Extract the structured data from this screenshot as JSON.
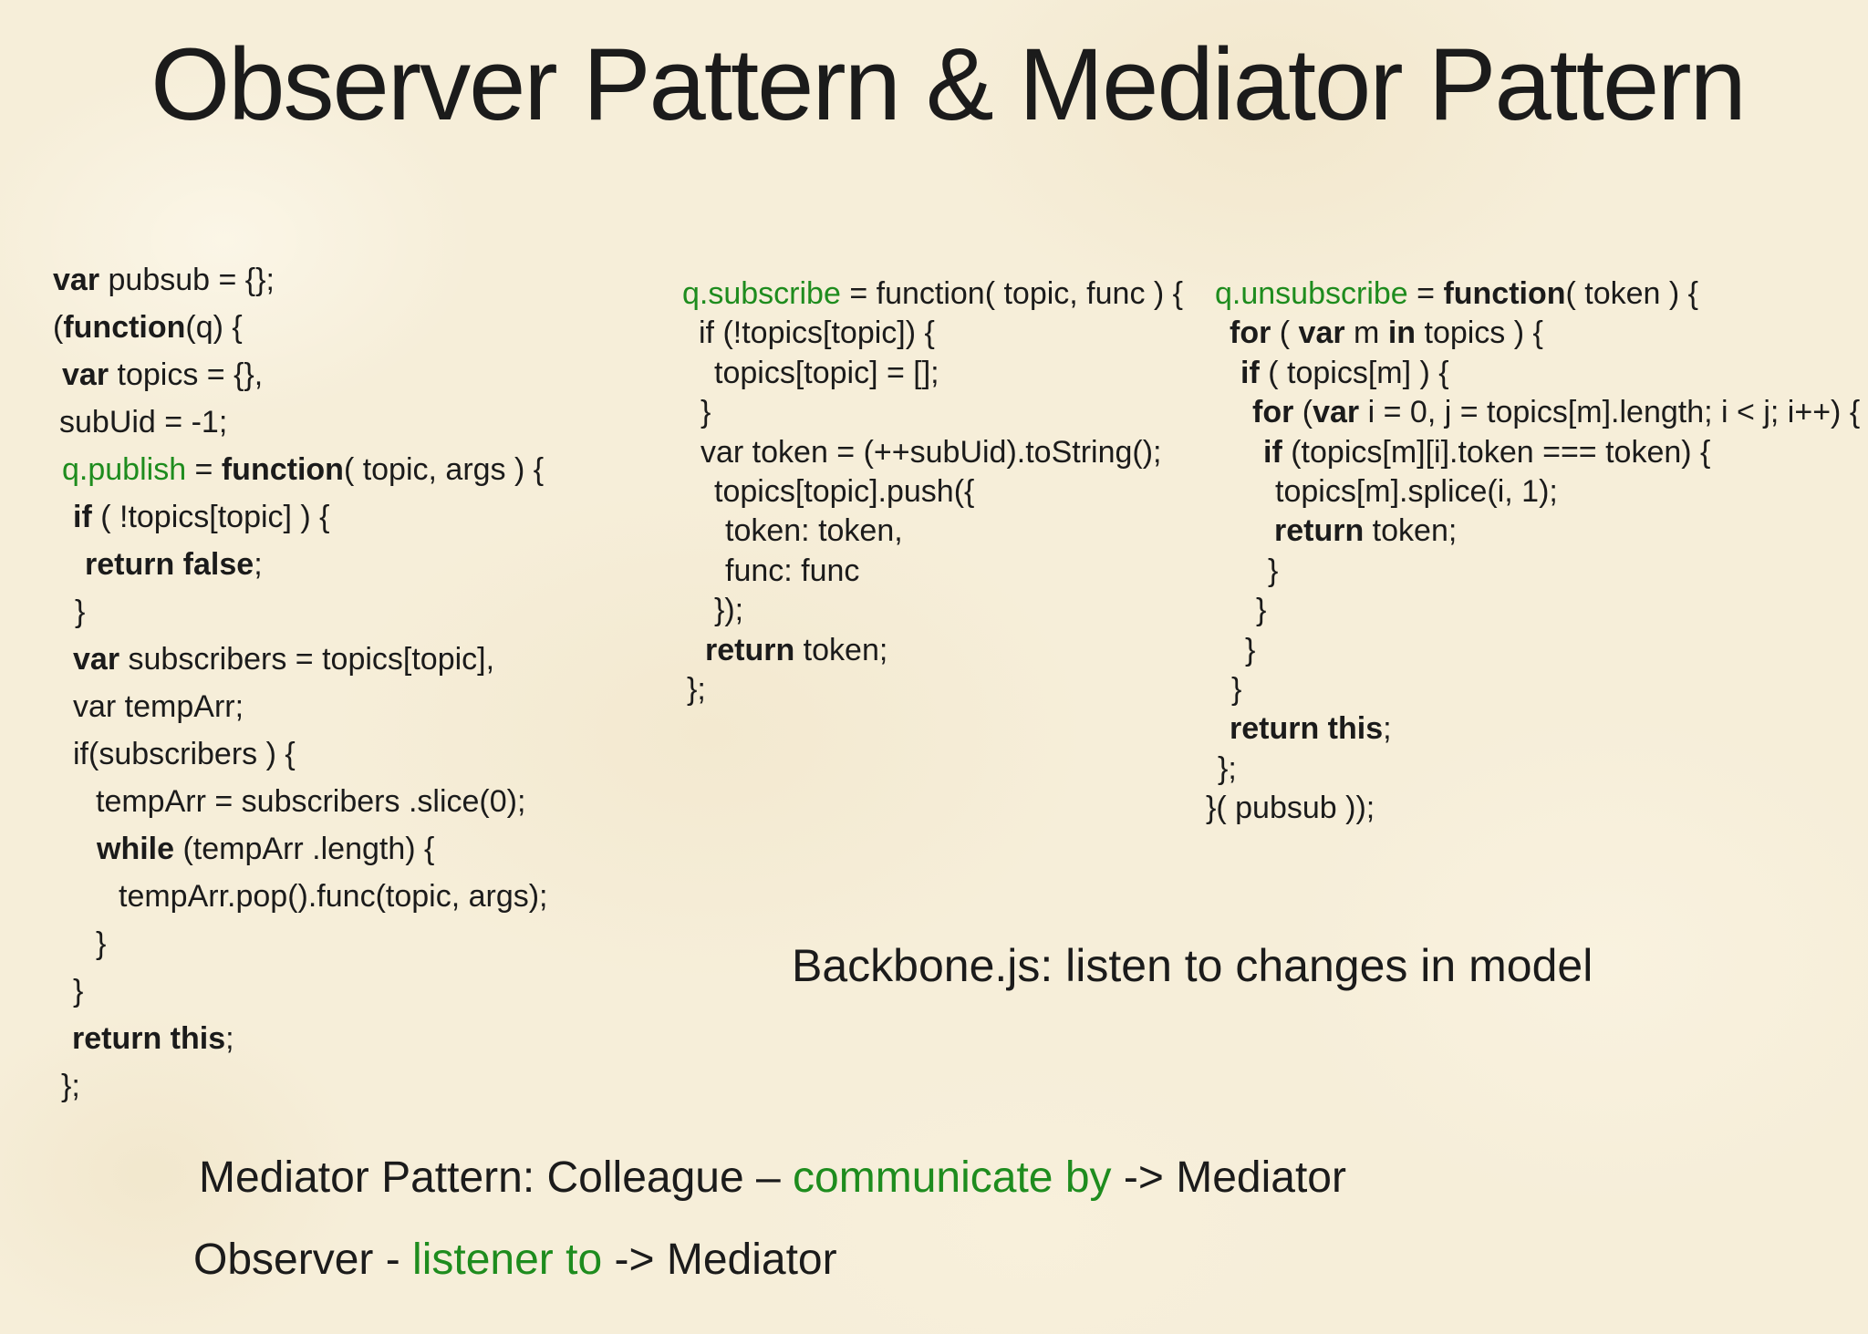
{
  "slide": {
    "title": "Observer Pattern & Mediator Pattern",
    "colors": {
      "text": "#1b1b1b",
      "green": "#1e8c1e",
      "background": "#f6eed9"
    }
  },
  "code": {
    "columns": [
      {
        "name": "publish",
        "lines": [
          {
            "i": 0,
            "s": [
              [
                "var",
                "b"
              ],
              [
                " pubsub = {};",
                ""
              ]
            ]
          },
          {
            "i": 0,
            "s": [
              [
                "(",
                ""
              ],
              [
                "function",
                "b"
              ],
              [
                "(q) {",
                ""
              ]
            ]
          },
          {
            "i": 10,
            "s": [
              [
                "var",
                "b"
              ],
              [
                " topics = {},",
                ""
              ]
            ]
          },
          {
            "i": 7,
            "s": [
              [
                "subUid = -1;",
                ""
              ]
            ]
          },
          {
            "i": 10,
            "s": [
              [
                "q.publish",
                "g"
              ],
              [
                " = ",
                ""
              ],
              [
                "function",
                "b"
              ],
              [
                "( topic, args ) {",
                ""
              ]
            ]
          },
          {
            "i": 22,
            "s": [
              [
                "if",
                "b"
              ],
              [
                " ( !topics[topic] ) {",
                ""
              ]
            ]
          },
          {
            "i": 35,
            "s": [
              [
                "return false",
                "b"
              ],
              [
                ";",
                ""
              ]
            ]
          },
          {
            "i": 24,
            "s": [
              [
                "}",
                ""
              ]
            ]
          },
          {
            "i": 22,
            "s": [
              [
                "var",
                "b"
              ],
              [
                " subscribers = topics[topic],",
                ""
              ]
            ]
          },
          {
            "i": 22,
            "s": [
              [
                "var tempArr;",
                ""
              ]
            ]
          },
          {
            "i": 22,
            "s": [
              [
                "if(subscribers ) {",
                ""
              ]
            ]
          },
          {
            "i": 47,
            "s": [
              [
                "tempArr = subscribers .slice(0);",
                ""
              ]
            ]
          },
          {
            "i": 48,
            "s": [
              [
                "while",
                "b"
              ],
              [
                " (tempArr .length) {",
                ""
              ]
            ]
          },
          {
            "i": 72,
            "s": [
              [
                "tempArr.pop().func(topic, args);",
                ""
              ]
            ]
          },
          {
            "i": 47,
            "s": [
              [
                "}",
                ""
              ]
            ]
          },
          {
            "i": 22,
            "s": [
              [
                "}",
                ""
              ]
            ]
          },
          {
            "i": 21,
            "s": [
              [
                "return this",
                "b"
              ],
              [
                ";",
                ""
              ]
            ]
          },
          {
            "i": 9,
            "s": [
              [
                "};",
                ""
              ]
            ]
          }
        ]
      },
      {
        "name": "subscribe",
        "lines": [
          {
            "i": 0,
            "s": [
              [
                "q.subscribe",
                "g"
              ],
              [
                " = function( topic, func ) {",
                ""
              ]
            ]
          },
          {
            "i": 18,
            "s": [
              [
                "if (!topics[topic]) {",
                ""
              ]
            ]
          },
          {
            "i": 35,
            "s": [
              [
                "topics[topic] = [];",
                ""
              ]
            ]
          },
          {
            "i": 20,
            "s": [
              [
                "}",
                ""
              ]
            ]
          },
          {
            "i": 20,
            "s": [
              [
                "var token = (++subUid).toString();",
                ""
              ]
            ]
          },
          {
            "i": 35,
            "s": [
              [
                "topics[topic].push({",
                ""
              ]
            ]
          },
          {
            "i": 47,
            "s": [
              [
                "token: token,",
                ""
              ]
            ]
          },
          {
            "i": 47,
            "s": [
              [
                "func: func",
                ""
              ]
            ]
          },
          {
            "i": 35,
            "s": [
              [
                "});",
                ""
              ]
            ]
          },
          {
            "i": 25,
            "s": [
              [
                "return",
                "b"
              ],
              [
                " token;",
                ""
              ]
            ]
          },
          {
            "i": 5,
            "s": [
              [
                "};",
                ""
              ]
            ]
          }
        ]
      },
      {
        "name": "unsubscribe",
        "lines": [
          {
            "i": 10,
            "s": [
              [
                "q.unsubscribe",
                "g"
              ],
              [
                " = ",
                ""
              ],
              [
                "function",
                "b"
              ],
              [
                "( token ) {",
                ""
              ]
            ]
          },
          {
            "i": 26,
            "s": [
              [
                "for",
                "b"
              ],
              [
                " ( ",
                ""
              ],
              [
                "var",
                "b"
              ],
              [
                " m ",
                ""
              ],
              [
                "in",
                "b"
              ],
              [
                " topics ) {",
                ""
              ]
            ]
          },
          {
            "i": 38,
            "s": [
              [
                "if",
                "b"
              ],
              [
                " ( topics[m] ) {",
                ""
              ]
            ]
          },
          {
            "i": 51,
            "s": [
              [
                "for",
                "b"
              ],
              [
                " (",
                ""
              ],
              [
                "var",
                "b"
              ],
              [
                " i = 0, j = topics[m].length; i < j; i++) {",
                ""
              ]
            ]
          },
          {
            "i": 63,
            "s": [
              [
                "if",
                "b"
              ],
              [
                " (topics[m][i].token === token) {",
                ""
              ]
            ]
          },
          {
            "i": 76,
            "s": [
              [
                "topics[m].splice(i, 1);",
                ""
              ]
            ]
          },
          {
            "i": 75,
            "s": [
              [
                "return",
                "b"
              ],
              [
                " token;",
                ""
              ]
            ]
          },
          {
            "i": 68,
            "s": [
              [
                "}",
                ""
              ]
            ]
          },
          {
            "i": 55,
            "s": [
              [
                "}",
                ""
              ]
            ]
          },
          {
            "i": 43,
            "s": [
              [
                "}",
                ""
              ]
            ]
          },
          {
            "i": 28,
            "s": [
              [
                "}",
                ""
              ]
            ]
          },
          {
            "i": 26,
            "s": [
              [
                "return this",
                "b"
              ],
              [
                ";",
                ""
              ]
            ]
          },
          {
            "i": 13,
            "s": [
              [
                "};",
                ""
              ]
            ]
          },
          {
            "i": 0,
            "s": [
              [
                "}( pubsub ));",
                ""
              ]
            ]
          }
        ]
      }
    ]
  },
  "notes": {
    "backbone": "Backbone.js: listen to changes in model",
    "mediator": {
      "pre": "Mediator Pattern: Colleague – ",
      "highlight": "communicate by",
      "post": " -> Mediator"
    },
    "observer": {
      "pre": "Observer - ",
      "highlight": "listener to",
      "post": " -> Mediator"
    }
  }
}
